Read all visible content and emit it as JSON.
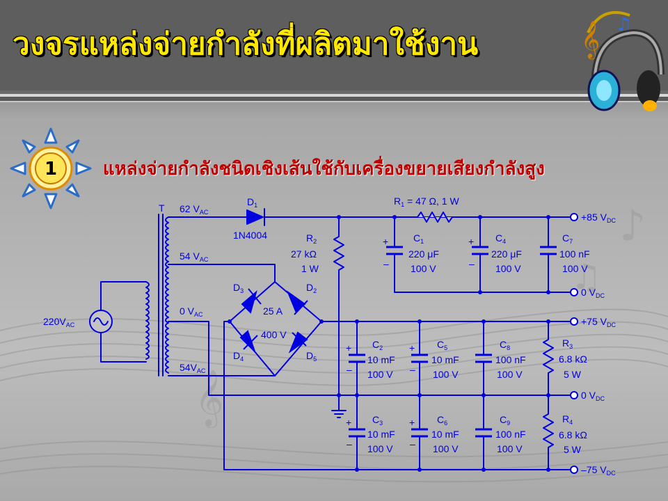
{
  "header": {
    "title": "วงจรแหล่งจ่ายกำลังที่ผลิตมาใช้งาน"
  },
  "section": {
    "number": "1",
    "subtitle": "แหล่งจ่ายกำลังชนิดเชิงเส้นใช้กับเครื่องขยายเสียงกำลังสูง"
  },
  "colors": {
    "title": "#ffe800",
    "subtitle": "#c00000",
    "wire": "#0000e0",
    "header_bg": "#5e5e5e"
  },
  "circuit": {
    "transformer": {
      "label": "T",
      "taps": [
        {
          "v": "62 V",
          "sub": "AC"
        },
        {
          "v": "54 V",
          "sub": "AC"
        },
        {
          "v": "0 V",
          "sub": "AC"
        },
        {
          "v": "54V",
          "sub": "AC"
        }
      ]
    },
    "source": {
      "v": "220V",
      "sub": "AC"
    },
    "d1": {
      "name": "D",
      "sub": "1",
      "part": "1N4004"
    },
    "bridge": {
      "d3": {
        "name": "D",
        "sub": "3"
      },
      "d2": {
        "name": "D",
        "sub": "2"
      },
      "d4": {
        "name": "D",
        "sub": "4"
      },
      "d5": {
        "name": "D",
        "sub": "5"
      },
      "rating1": "25 A",
      "rating2": "400 V"
    },
    "r1": {
      "name": "R",
      "sub": "1",
      "value": " = 47 Ω, 1 W"
    },
    "r2": {
      "name": "R",
      "sub": "2",
      "value": "27 kΩ",
      "power": "1 W"
    },
    "r3": {
      "name": "R",
      "sub": "3",
      "value": "6.8 kΩ",
      "power": "5 W"
    },
    "r4": {
      "name": "R",
      "sub": "4",
      "value": "6.8 kΩ",
      "power": "5 W"
    },
    "caps": [
      {
        "id": "c1",
        "name": "C",
        "sub": "1",
        "value": "220 μF",
        "volt": "100 V"
      },
      {
        "id": "c4",
        "name": "C",
        "sub": "4",
        "value": "220 μF",
        "volt": "100 V"
      },
      {
        "id": "c7",
        "name": "C",
        "sub": "7",
        "value": "100 nF",
        "volt": "100 V"
      },
      {
        "id": "c2",
        "name": "C",
        "sub": "2",
        "value": "10 mF",
        "volt": "100 V"
      },
      {
        "id": "c5",
        "name": "C",
        "sub": "5",
        "value": "10 mF",
        "volt": "100 V"
      },
      {
        "id": "c8",
        "name": "C",
        "sub": "8",
        "value": "100 nF",
        "volt": "100 V"
      },
      {
        "id": "c3",
        "name": "C",
        "sub": "3",
        "value": "10 mF",
        "volt": "100 V"
      },
      {
        "id": "c6",
        "name": "C",
        "sub": "6",
        "value": "10 mF",
        "volt": "100 V"
      },
      {
        "id": "c9",
        "name": "C",
        "sub": "9",
        "value": "100 nF",
        "volt": "100 V"
      }
    ],
    "outputs": [
      {
        "v": "+85 V",
        "sub": "DC"
      },
      {
        "v": "0 V",
        "sub": "DC"
      },
      {
        "v": "+75 V",
        "sub": "DC"
      },
      {
        "v": "0 V",
        "sub": "DC"
      },
      {
        "v": "–75 V",
        "sub": "DC"
      }
    ],
    "plus": "+",
    "minus": "–"
  }
}
